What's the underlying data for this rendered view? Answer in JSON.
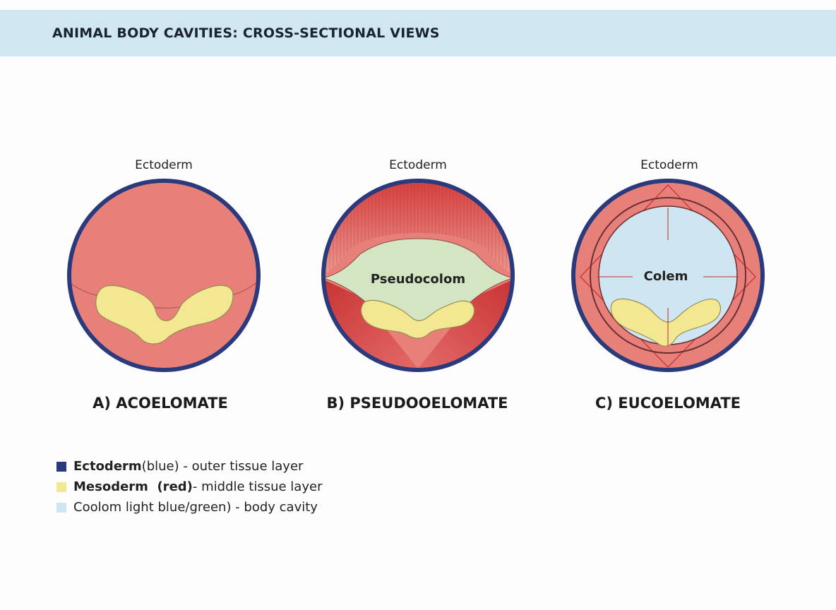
{
  "title": "ANIMAL BODY CAVITIES: CROSS-SECTIONAL VIEWS",
  "colors": {
    "ectoderm": "#2b3a7c",
    "mesoderm_fill": "#e8807a",
    "muscle_red": "#cf3c3c",
    "yolk": "#f3e892",
    "pseudocoel": "#d4e5c4",
    "coelom": "#cde6f1",
    "header_bg": "#cfe7f1"
  },
  "panels": [
    {
      "ectoderm_label": "Ectoderm",
      "title": "A) ACOELOMATE"
    },
    {
      "ectoderm_label": "Ectoderm",
      "title": "B) PSEUDOOELOMATE",
      "cavity_label": "Pseudocolom"
    },
    {
      "ectoderm_label": "Ectoderm",
      "title": "C) EUCOELOMATE",
      "cavity_label": "Colem"
    }
  ],
  "legend": [
    {
      "term": "Ectoderm",
      "rest": " (blue) - outer tissue layer",
      "swatch": "#2b3a7c",
      "swatch_icon": "square"
    },
    {
      "term": "Mesoderm  (red)",
      "rest": " - middle tissue layer",
      "swatch": "#f3e892",
      "swatch_icon": "square"
    },
    {
      "term": "",
      "rest": "Coolom light blue/green) - body cavity",
      "swatch": "#cde6f1",
      "swatch_icon": "square"
    }
  ]
}
